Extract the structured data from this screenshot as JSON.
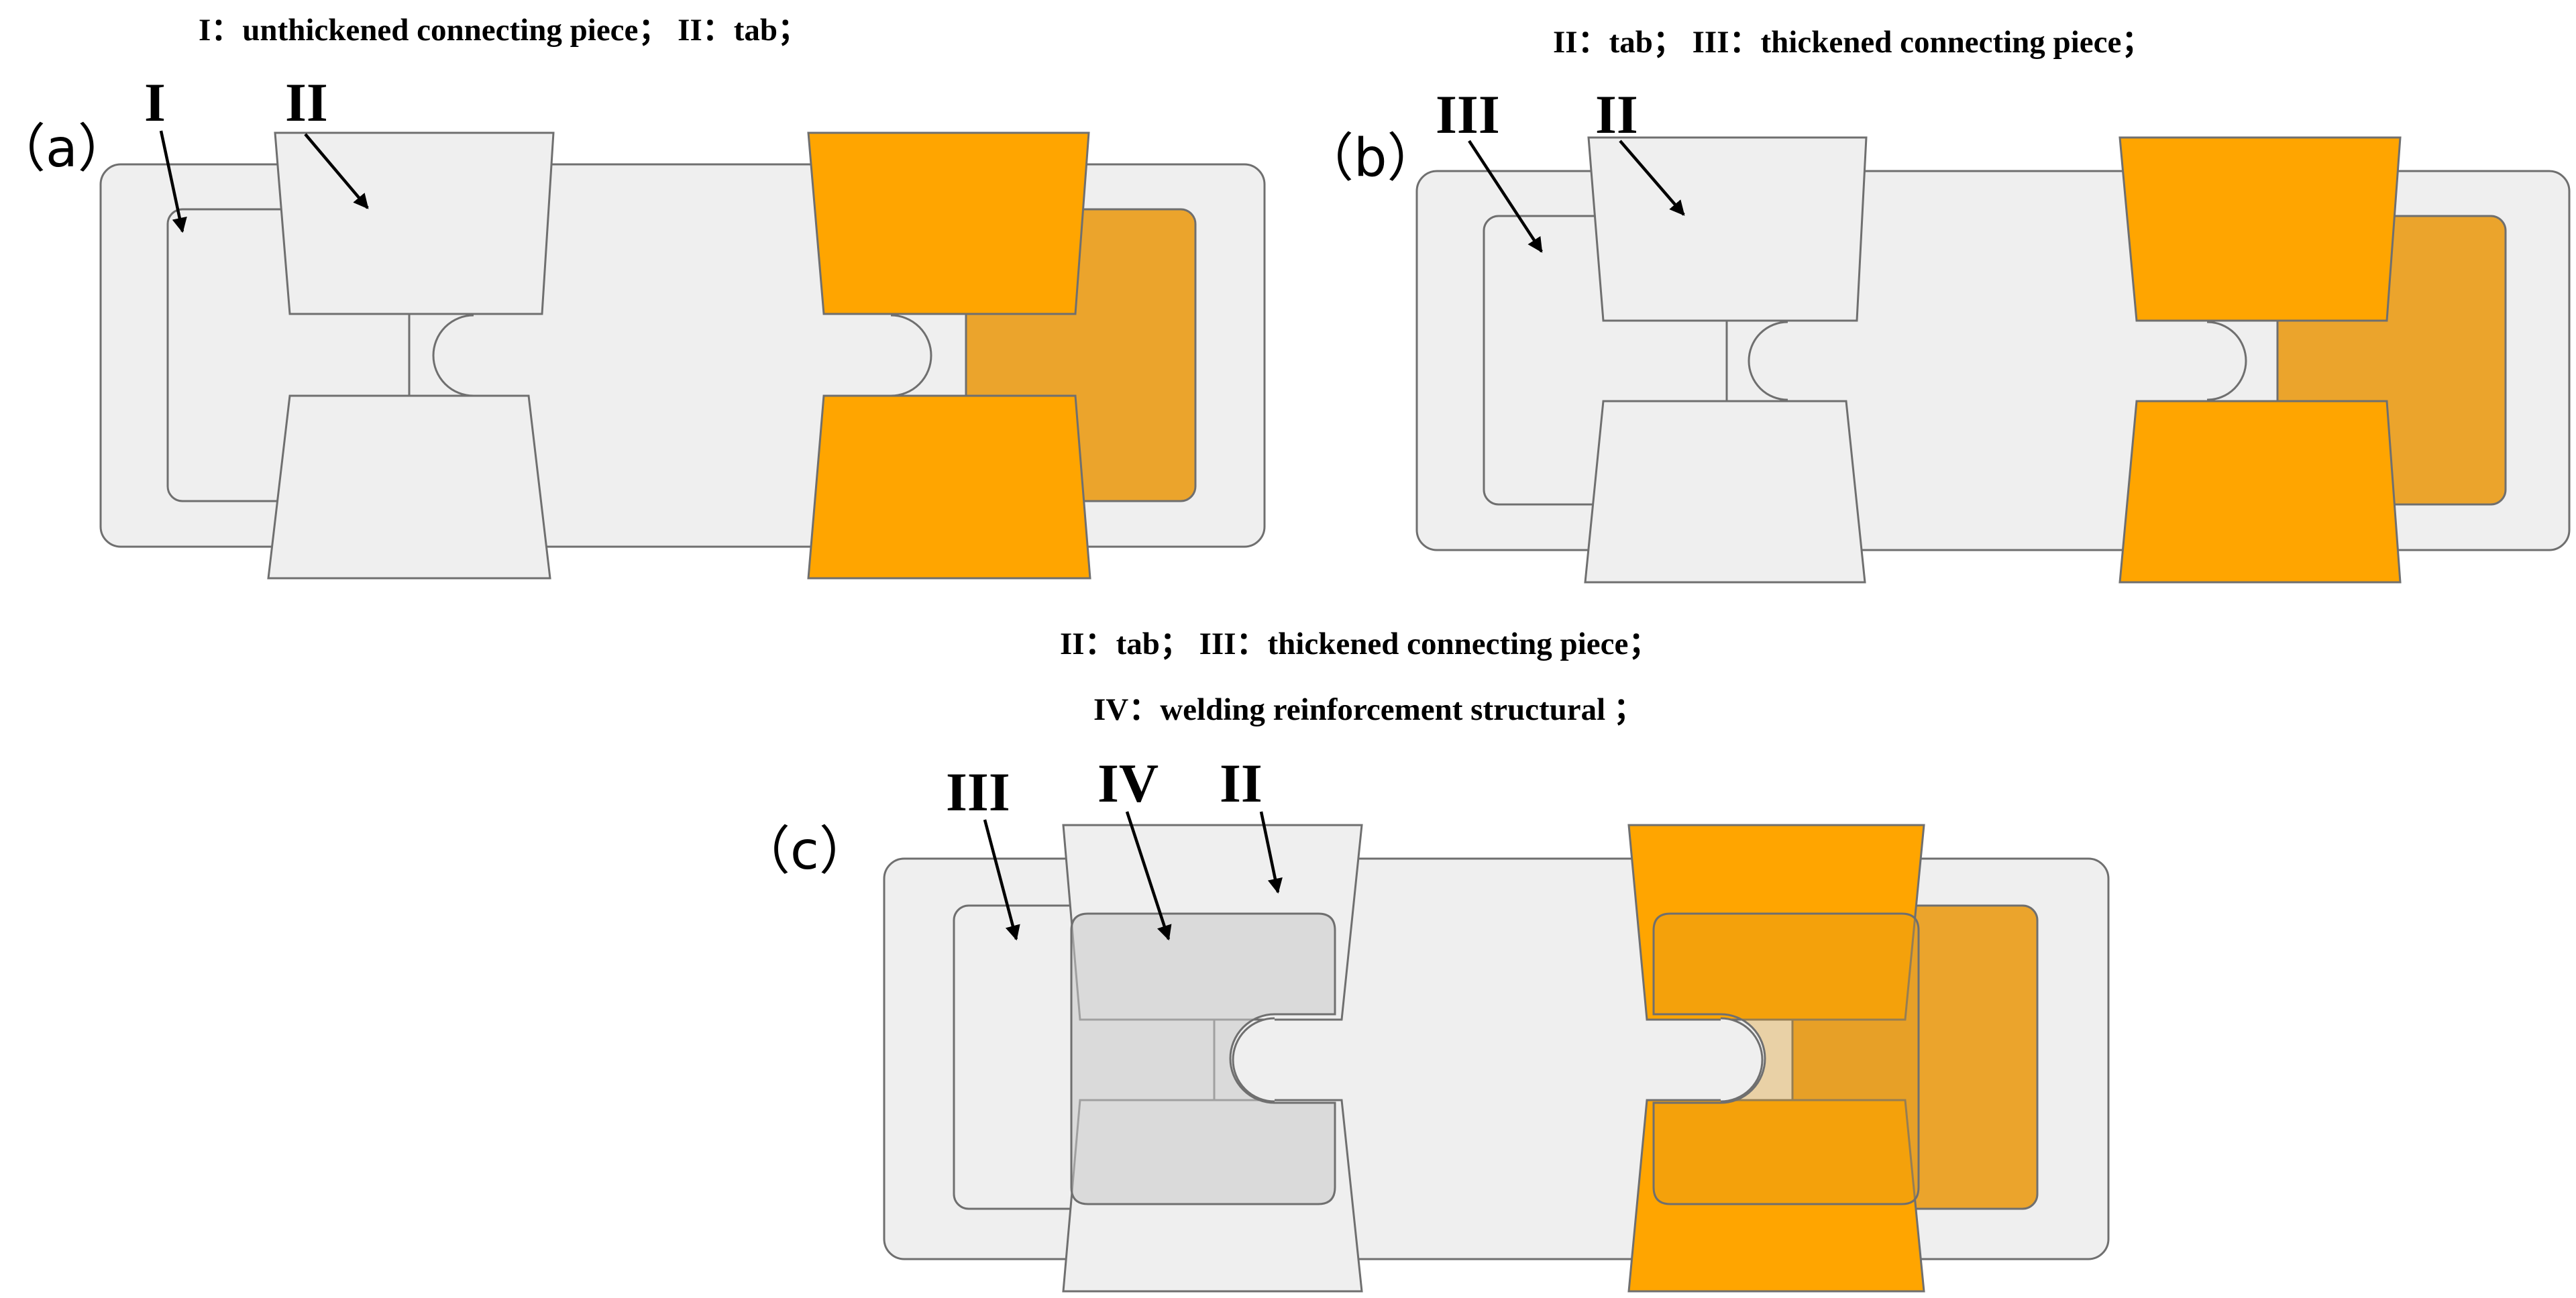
{
  "colors": {
    "plate": "#efefef",
    "outline": "#6f6f6f",
    "tab_orange": "#ffa500",
    "connector_orange": "#eba42c",
    "reinforcement": "#d9d9d9"
  },
  "panels": {
    "a": {
      "label": "（a）",
      "caption": "I：unthickened connecting piece；  II：tab；",
      "markers": [
        "I",
        "II"
      ]
    },
    "b": {
      "label": "（b）",
      "caption": "II：tab；  III：thickened connecting piece；",
      "markers": [
        "III",
        "II"
      ]
    },
    "c": {
      "label": "（c）",
      "caption_line1": "II：tab；  III：thickened connecting piece；",
      "caption_line2": "IV：welding reinforcement structural ；",
      "markers": [
        "III",
        "IV",
        "II"
      ]
    }
  }
}
